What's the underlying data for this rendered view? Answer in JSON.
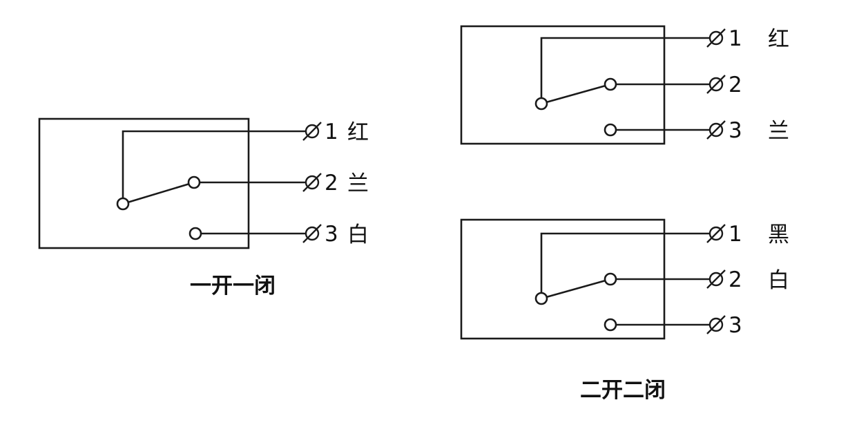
{
  "diagrams": {
    "left": {
      "caption": "一开一闭",
      "terminals": [
        {
          "number": "1",
          "wire": "红"
        },
        {
          "number": "2",
          "wire": "兰"
        },
        {
          "number": "3",
          "wire": "白"
        }
      ]
    },
    "top_right": {
      "terminals": [
        {
          "number": "1",
          "wire": "红"
        },
        {
          "number": "2",
          "wire": ""
        },
        {
          "number": "3",
          "wire": "兰"
        }
      ]
    },
    "bottom_right": {
      "caption": "二开二闭",
      "terminals": [
        {
          "number": "1",
          "wire": "黑"
        },
        {
          "number": "2",
          "wire": "白"
        },
        {
          "number": "3",
          "wire": ""
        }
      ]
    }
  },
  "colors": {
    "line": "#1a1a1a",
    "background": "#ffffff"
  }
}
